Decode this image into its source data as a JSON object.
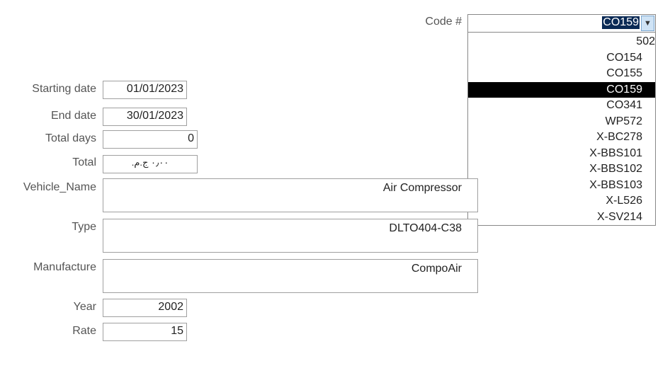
{
  "code": {
    "label": "Code #",
    "value": "CO159",
    "options": [
      "502",
      "CO154",
      "CO155",
      "CO159",
      "CO341",
      "WP572",
      "X-BC278",
      "X-BBS101",
      "X-BBS102",
      "X-BBS103",
      "X-L526",
      "X-SV214"
    ],
    "selected_index": 3
  },
  "fields": {
    "starting_date": {
      "label": "Starting date",
      "value": "01/01/2023"
    },
    "end_date": {
      "label": "End date",
      "value": "30/01/2023"
    },
    "total_days": {
      "label": "Total days",
      "value": "0"
    },
    "total": {
      "label": "Total",
      "value": "٠٫٠٠ ج.م."
    },
    "vehicle_name": {
      "label": "Vehicle_Name",
      "value": "Air Compressor"
    },
    "type": {
      "label": "Type",
      "value": "DLTO404-C38"
    },
    "manufacture": {
      "label": "Manufacture",
      "value": "CompoAir"
    },
    "year": {
      "label": "Year",
      "value": "2002"
    },
    "rate": {
      "label": "Rate",
      "value": "15"
    }
  }
}
